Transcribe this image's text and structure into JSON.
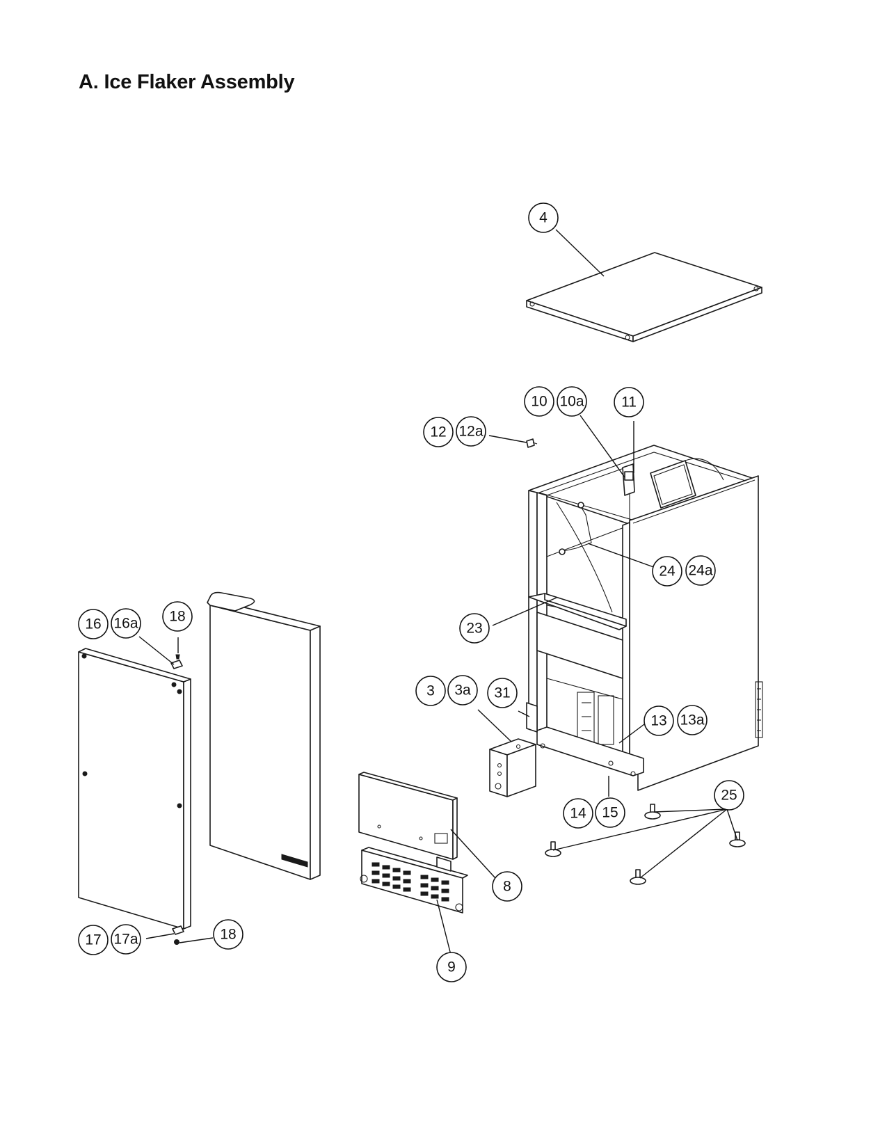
{
  "title": "A. Ice Flaker Assembly",
  "callouts": [
    "4",
    "10",
    "10a",
    "11",
    "12",
    "12a",
    "24",
    "24a",
    "23",
    "16",
    "16a",
    "18",
    "3",
    "3a",
    "31",
    "13",
    "13a",
    "25",
    "14",
    "15",
    "8",
    "9",
    "17",
    "17a",
    "18"
  ],
  "colors": {
    "line": "#1a1a1a",
    "background": "#ffffff"
  }
}
